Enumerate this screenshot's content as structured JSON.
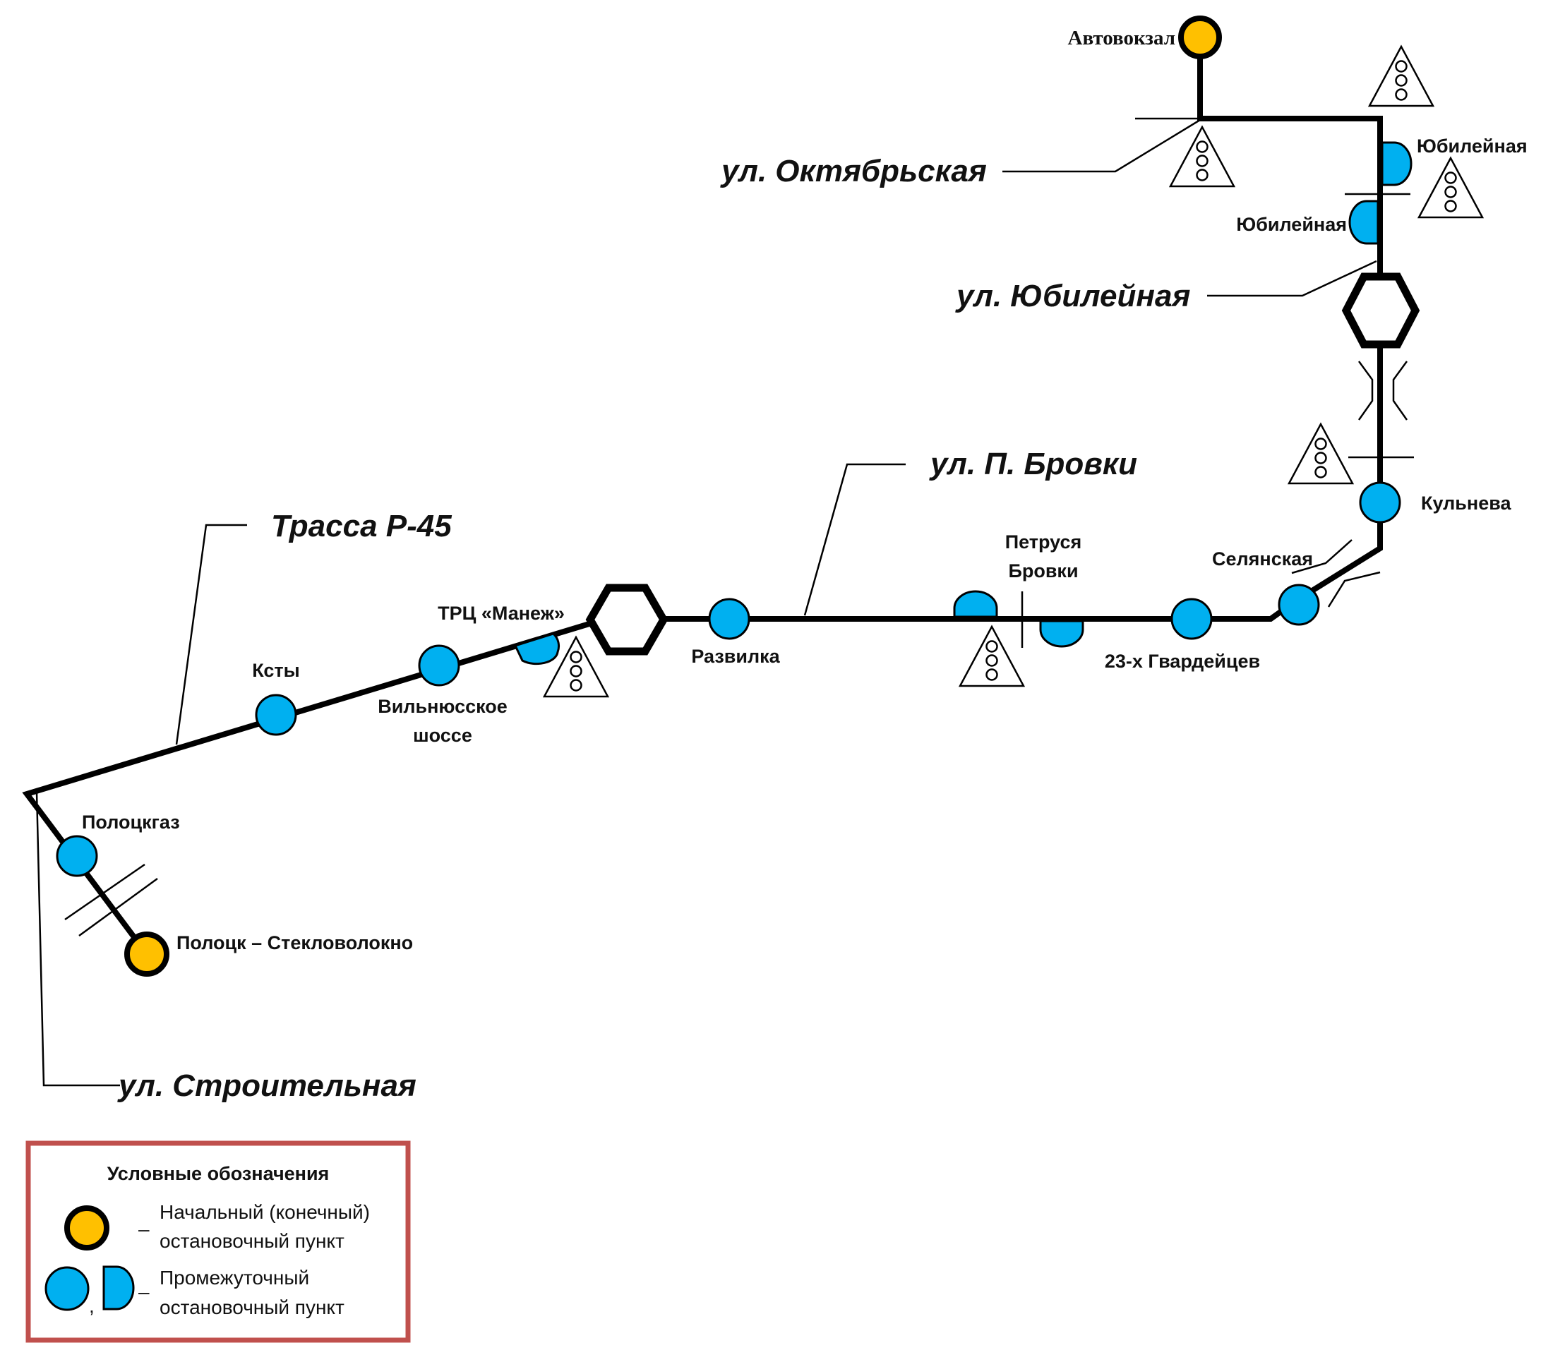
{
  "colors": {
    "route": "#000000",
    "terminal_fill": "#FFC000",
    "intermediate_fill": "#00B0F0",
    "legend_border": "#C0504D"
  },
  "stops": {
    "avtovokzal": "Автовокзал",
    "yubileynaya_1": "Юбилейная",
    "yubileynaya_2": "Юбилейная",
    "kulneva": "Кульнева",
    "selyanskaya": "Селянская",
    "gvardeytsev": "23-х Гвардейцев",
    "petrusya_line1": "Петруся",
    "petrusya_line2": "Бровки",
    "razvilka": "Развилка",
    "manezh": "ТРЦ «Манеж»",
    "vilnyus_line1": "Вильнюсское",
    "vilnyus_line2": "шоссе",
    "ksty": "Ксты",
    "polotskgaz": "Полоцкгаз",
    "steklovolokno": "Полоцк – Стекловолокно"
  },
  "streets": {
    "oktyabrskaya": "ул. Октябрьская",
    "yubileynaya": "ул. Юбилейная",
    "brovki": "ул. П. Бровки",
    "trassa": "Трасса Р-45",
    "stroitelnaya": "ул. Строительная"
  },
  "legend": {
    "title": "Условные обозначения",
    "terminal_line1": "Начальный (конечный)",
    "terminal_line2": "остановочный пункт",
    "intermediate_line1": "Промежуточный",
    "intermediate_line2": "остановочный пункт",
    "dash": "–",
    "comma": ","
  },
  "icons": [
    "traffic-light-icon",
    "roundabout-icon",
    "bridge-icon",
    "railway-crossing-icon"
  ]
}
